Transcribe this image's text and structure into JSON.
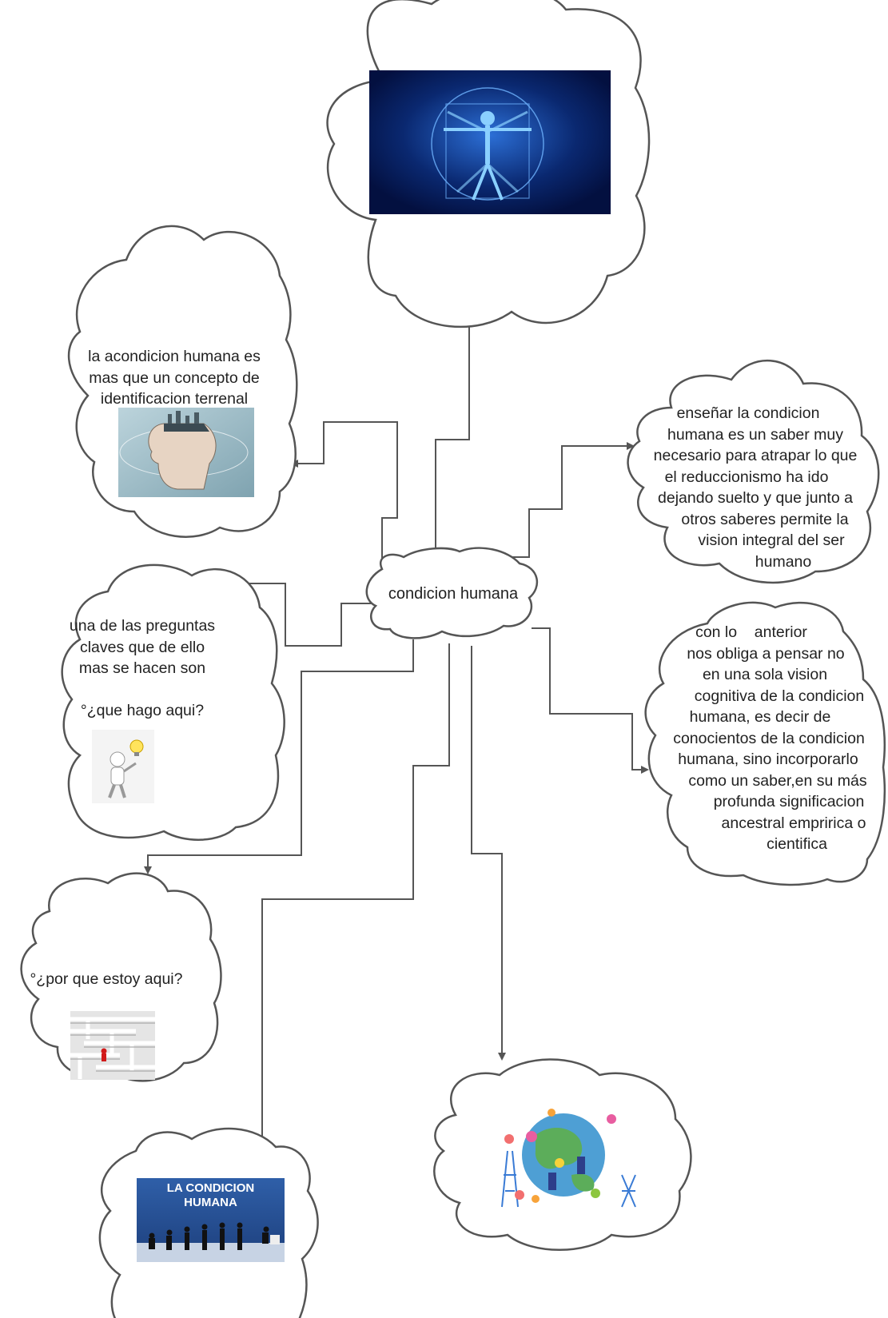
{
  "diagram": {
    "central": {
      "label": "condicion humana"
    },
    "nodes": {
      "left_1": {
        "lines": [
          "la acondicion humana es",
          "mas que un concepto de",
          "identificacion terrenal"
        ],
        "image": "head-with-city-illustration"
      },
      "left_2": {
        "lines": [
          "una de las preguntas",
          "claves que de ello",
          "mas se hacen son",
          "",
          "°¿que hago aqui?"
        ],
        "image": "figure-with-lightbulb-illustration"
      },
      "left_3": {
        "lines": [
          "°¿por que estoy aqui?"
        ],
        "image": "maze-with-red-figure-illustration"
      },
      "bottom_left": {
        "image_title_lines": [
          "LA CONDICION",
          "HUMANA"
        ],
        "image": "human-evolution-illustration"
      },
      "bottom_right": {
        "image": "people-around-globe-illustration"
      },
      "top": {
        "image": "vitruvian-man-illustration"
      },
      "right_1": {
        "lines": [
          "enseñar la condicion",
          "humana es un saber muy",
          "necesario para atrapar lo que",
          "el reduccionismo ha ido",
          "dejando suelto y que junto a",
          "otros saberes permite la",
          "vision integral del ser",
          "humano"
        ]
      },
      "right_2": {
        "lines": [
          "con lo    anterior",
          "nos obliga a pensar no",
          "en una sola vision",
          "cognitiva de la condicion",
          "humana, es decir de",
          "conocientos de la condicion",
          "humana, sino incorporarlo",
          "como un saber,en su más",
          "profunda significacion",
          "ancestral empririca o",
          "cientifica"
        ]
      }
    },
    "colors": {
      "stroke": "#555555",
      "text": "#222222"
    }
  }
}
